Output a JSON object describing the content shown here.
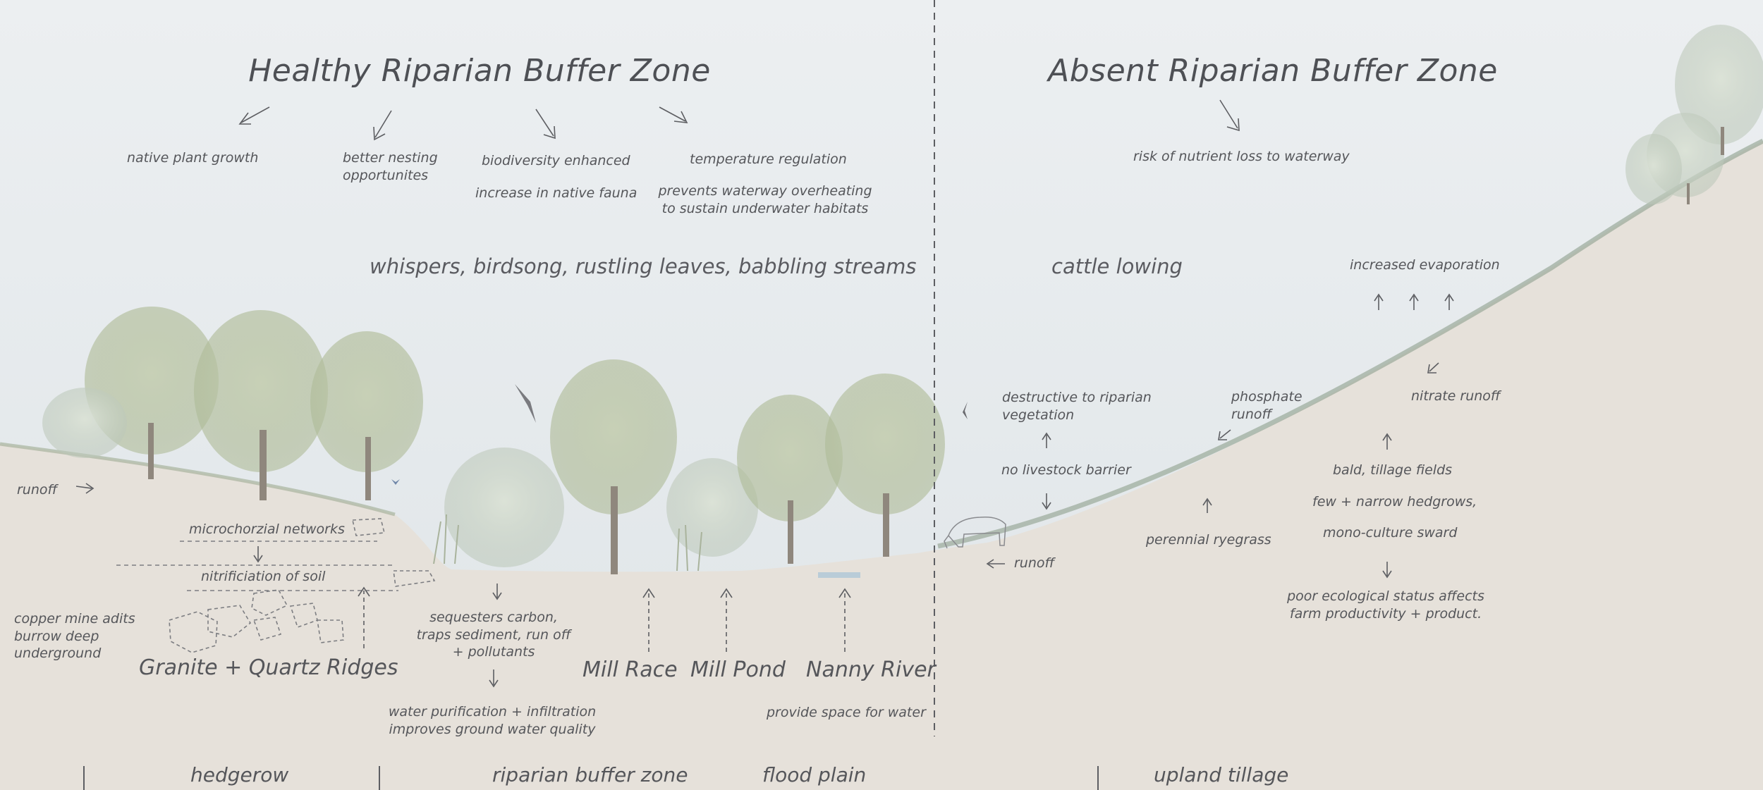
{
  "titles": {
    "healthy": "Healthy Riparian Buffer Zone",
    "absent": "Absent Riparian Buffer Zone"
  },
  "benefits": {
    "native_plant_growth": "native plant growth",
    "better_nesting": "better nesting\nopportunites",
    "biodiversity": "biodiversity enhanced",
    "native_fauna": "increase in native fauna",
    "temperature": "temperature regulation",
    "overheating": "prevents waterway overheating\nto sustain underwater habitats",
    "nutrient_loss": "risk of nutrient loss to waterway"
  },
  "sounds": {
    "healthy": "whispers, birdsong, rustling leaves, babbling streams",
    "absent": "cattle lowing",
    "evaporation": "increased evaporation"
  },
  "left_notes": {
    "runoff": "runoff",
    "microchorzial": "microchorzial networks",
    "nitrificiation": "nitrificiation of soil",
    "copper": "copper mine adits\nburrow deep\nunderground",
    "sequesters": "sequesters carbon,\ntraps sediment, run off\n+ pollutants",
    "purification": "water purification + infiltration\nimproves ground water quality",
    "space_for_water": "provide space for water"
  },
  "places": {
    "granite": "Granite + Quartz Ridges",
    "mill_race": "Mill Race",
    "mill_pond": "Mill Pond",
    "nanny": "Nanny River"
  },
  "right_notes": {
    "destructive": "destructive to riparian\nvegetation",
    "no_barrier": "no livestock barrier",
    "runoff": "runoff",
    "phosphate": "phosphate\nrunoff",
    "ryegrass": "perennial ryegrass",
    "nitrate": "nitrate runoff",
    "bald": "bald, tillage fields",
    "hedgerows": "few + narrow hedgrows,",
    "monoculture": "mono-culture sward",
    "poor_status": "poor ecological status affects\nfarm productivity + product."
  },
  "zones": {
    "hedgerow": "hedgerow",
    "riparian": "riparian buffer zone",
    "flood_plain": "flood plain",
    "upland": "upland tillage"
  },
  "colors": {
    "sky": "#e8ecef",
    "ground": "#e6e1da",
    "tree_foliage": "#b9c4a6",
    "tree_trunk": "#8f877d",
    "ink": "#55565a"
  }
}
